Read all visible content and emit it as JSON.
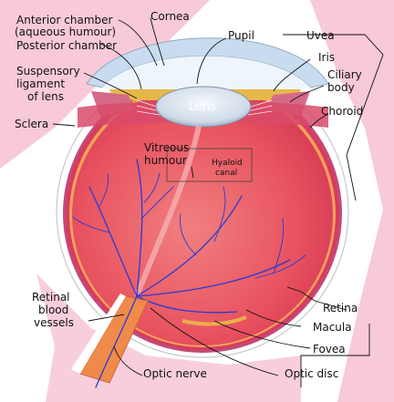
{
  "labels": {
    "anterior_chamber_1": "Anterior chamber",
    "anterior_chamber_2": "(aqueous humour)",
    "posterior_chamber": "Posterior chamber",
    "cornea": "Cornea",
    "pupil": "Pupil",
    "uvea": "Uvea",
    "iris": "Iris",
    "ciliary_1": "Ciliary",
    "ciliary_2": "body",
    "choroid": "Choroid",
    "suspensory_1": "Suspensory",
    "suspensory_2": "ligament",
    "suspensory_3": "of lens",
    "lens": "Lens",
    "sclera": "Sclera",
    "vitreous_1": "Vitreous",
    "vitreous_2": "humour",
    "hyaloid_1": "Hyaloid",
    "hyaloid_2": "canal",
    "retinal_1": "Retinal",
    "retinal_2": "blood",
    "retinal_3": "vessels",
    "retina": "Retina",
    "macula": "Macula",
    "fovea": "Fovea",
    "optic_nerve": "Optic nerve",
    "optic_disc": "Optic disc"
  },
  "colors": {
    "background_pink": "#f8c9d8",
    "sclera": "#ffffff",
    "choroid": "#d83b5d",
    "vitreous": "#e8525f",
    "vessels": "#2a3bd1",
    "nerve": "#f08a4b",
    "cornea": "#c9dcef",
    "lens": "#dde7f2",
    "iris": "#e6b84a"
  }
}
